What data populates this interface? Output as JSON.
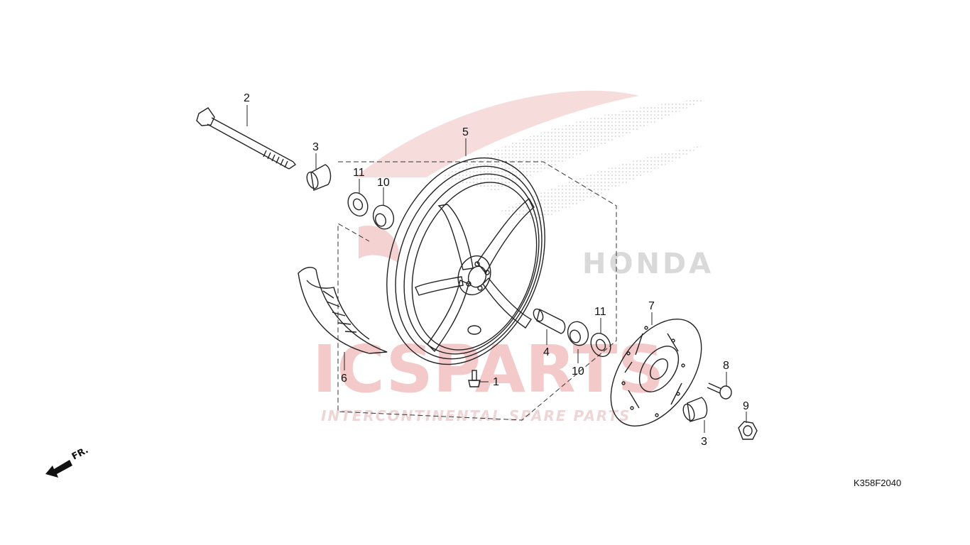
{
  "diagram": {
    "code": "K358F2040",
    "direction_label": "FR.",
    "watermark": {
      "logo_text": "ICSPARTS",
      "tagline": "INTERCONTINENTAL SPARE PARTS",
      "brand": "HONDA"
    },
    "callouts": [
      {
        "id": "1",
        "label": "1"
      },
      {
        "id": "2",
        "label": "2"
      },
      {
        "id": "3a",
        "label": "3"
      },
      {
        "id": "3b",
        "label": "3"
      },
      {
        "id": "4",
        "label": "4"
      },
      {
        "id": "5",
        "label": "5"
      },
      {
        "id": "6",
        "label": "6"
      },
      {
        "id": "7",
        "label": "7"
      },
      {
        "id": "8",
        "label": "8"
      },
      {
        "id": "9",
        "label": "9"
      },
      {
        "id": "10a",
        "label": "10"
      },
      {
        "id": "10b",
        "label": "10"
      },
      {
        "id": "11a",
        "label": "11"
      },
      {
        "id": "11b",
        "label": "11"
      }
    ],
    "colors": {
      "line": "#222222",
      "watermark_red": "#f4c9c9",
      "watermark_grey": "#d9d9d9"
    }
  }
}
